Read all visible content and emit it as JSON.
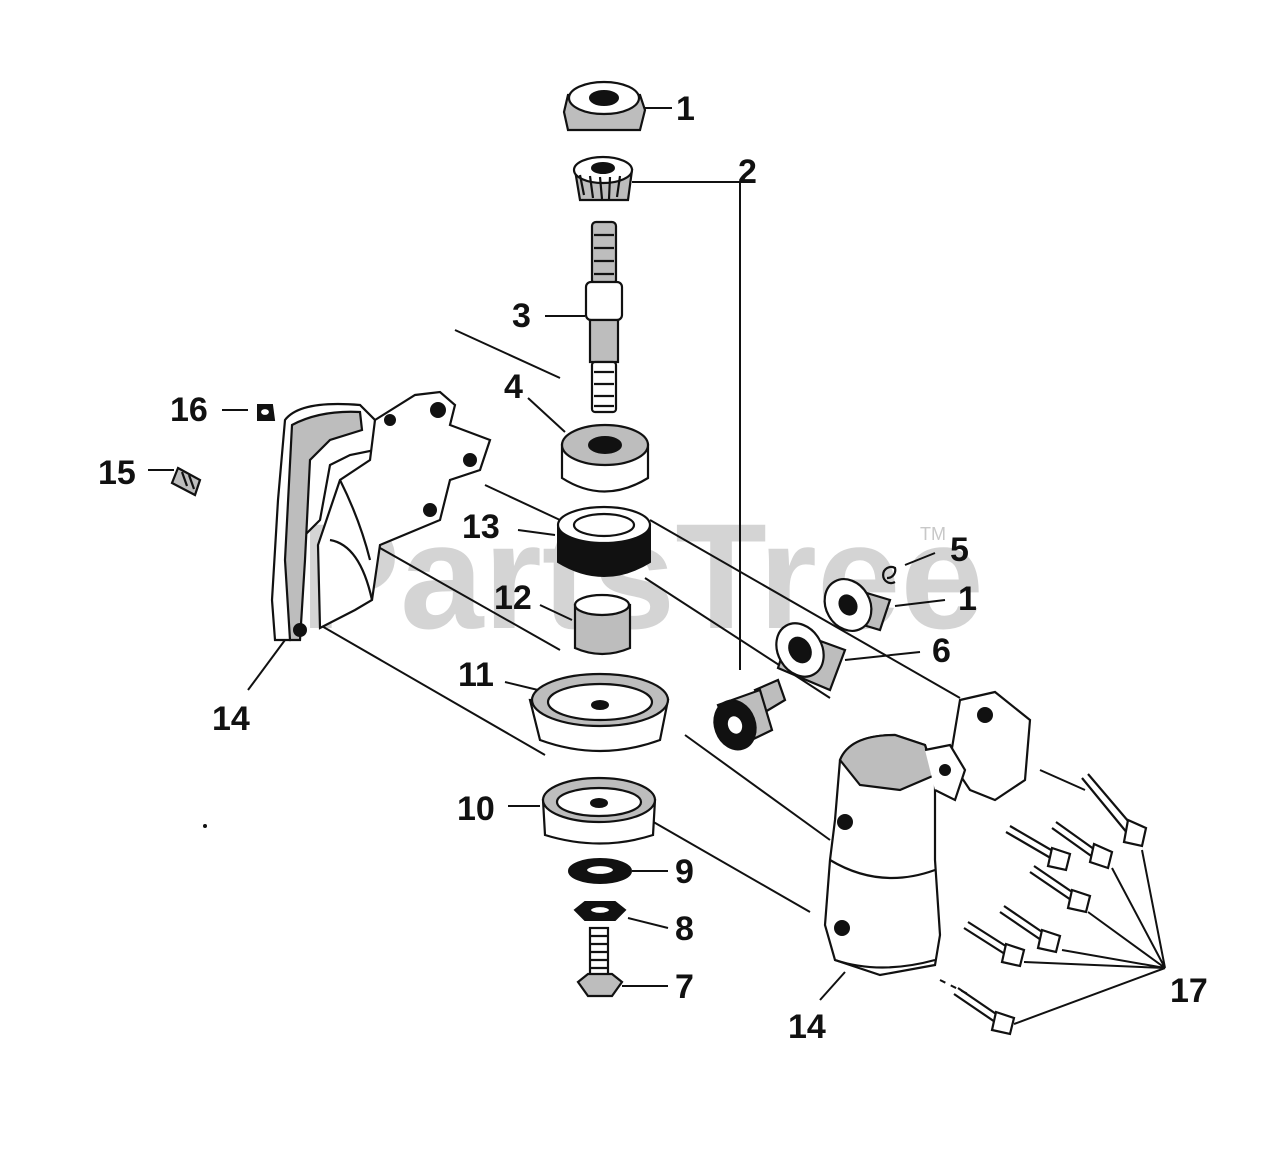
{
  "watermark": {
    "brand": "PartsTree",
    "trademark": "TM"
  },
  "colors": {
    "ink": "#111111",
    "paper": "#ffffff",
    "watermark": "#d4d4d4",
    "part_shade": "#bdbdbd"
  },
  "parts": {
    "p1a": "1",
    "p2": "2",
    "p3": "3",
    "p4": "4",
    "p5": "5",
    "p1b": "1",
    "p6": "6",
    "p7": "7",
    "p8": "8",
    "p9": "9",
    "p10": "10",
    "p11": "11",
    "p12": "12",
    "p13": "13",
    "p14a": "14",
    "p14b": "14",
    "p15": "15",
    "p16": "16",
    "p17": "17"
  }
}
